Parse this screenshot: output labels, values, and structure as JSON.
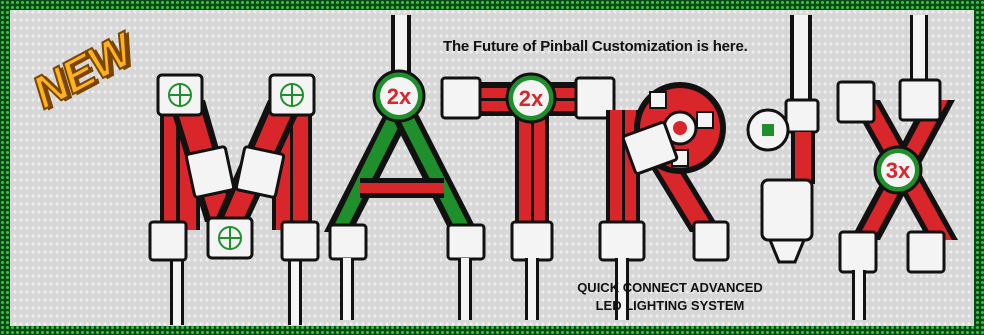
{
  "banner": {
    "badge_new": "NEW",
    "tagline": "The Future of Pinball Customization is here.",
    "wordmark": "MATRIX",
    "multipliers": [
      "2x",
      "2x",
      "3x"
    ],
    "subtitle_line1": "QUICK CONNECT ADVANCED",
    "subtitle_line2": "LED LIGHTING SYSTEM"
  },
  "colors": {
    "border_green": "#1a8a2a",
    "matrix_bg": "#d8d8d8",
    "wire_red": "#d8262b",
    "wire_green": "#1f8f2c",
    "connector_white": "#f4f4f4",
    "outline": "#111111",
    "new_orange": "#ffb21c"
  }
}
